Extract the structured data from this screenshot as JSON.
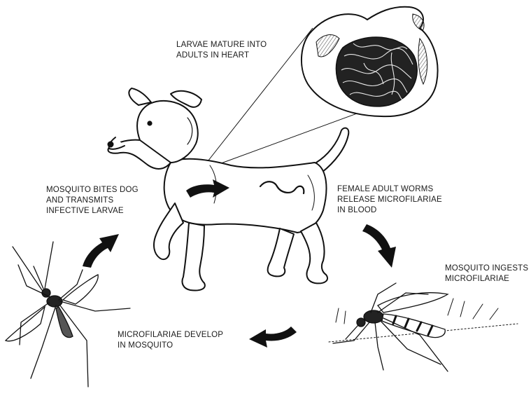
{
  "labels": {
    "heart": [
      "LARVAE MATURE INTO",
      "ADULTS IN HEART"
    ],
    "bites": [
      "MOSQUITO BITES DOG",
      "AND TRANSMITS",
      "INFECTIVE LARVAE"
    ],
    "release": [
      "FEMALE ADULT WORMS",
      "RELEASE MICROFILARIAE",
      "IN BLOOD"
    ],
    "ingests": [
      "MOSQUITO INGESTS",
      "MICROFILARIAE"
    ],
    "develop": [
      "MICROFILARIAE DEVELOP",
      "IN MOSQUITO"
    ]
  },
  "colors": {
    "ink": "#111111",
    "paper": "#ffffff"
  },
  "icons": [
    "heart-icon",
    "dog-icon",
    "mosquito-icon",
    "cycle-arrow-icon"
  ]
}
